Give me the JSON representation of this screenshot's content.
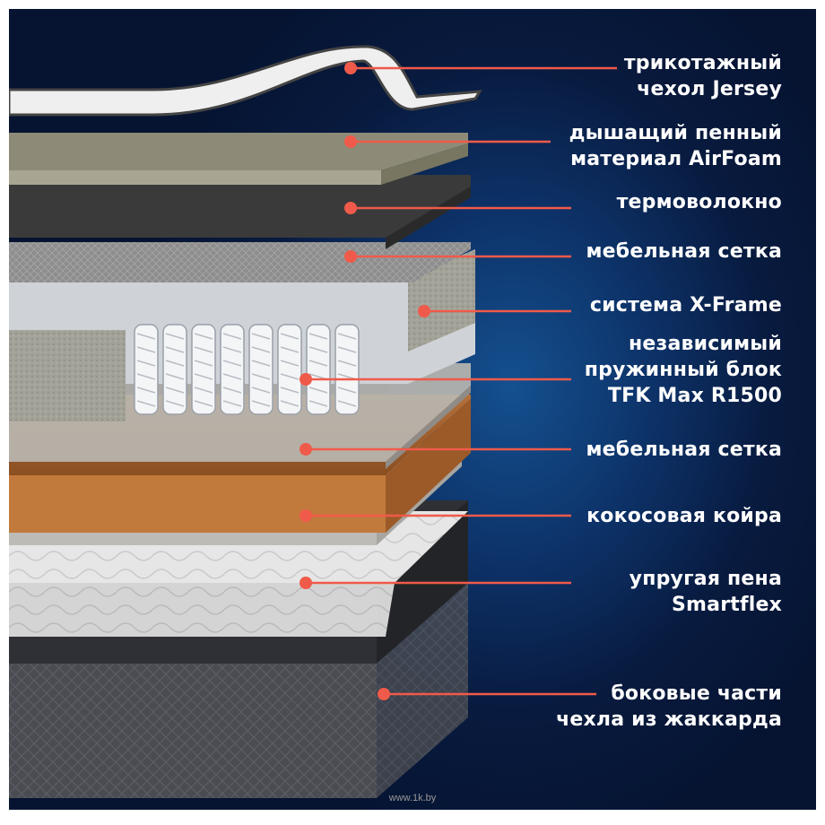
{
  "layers": [
    {
      "id": "jersey",
      "lines": [
        "трикотажный",
        "чехол Jersey"
      ]
    },
    {
      "id": "airfoam",
      "lines": [
        "дышащий пенный",
        "материал AirFoam"
      ]
    },
    {
      "id": "thermo",
      "lines": [
        "термоволокно"
      ]
    },
    {
      "id": "mesh_top",
      "lines": [
        "мебельная сетка"
      ]
    },
    {
      "id": "xframe",
      "lines": [
        "система X-Frame"
      ]
    },
    {
      "id": "springs",
      "lines": [
        "независимый",
        "пружинный блок",
        "TFK Max R1500"
      ]
    },
    {
      "id": "mesh_bottom",
      "lines": [
        "мебельная сетка"
      ]
    },
    {
      "id": "coir",
      "lines": [
        "кокосовая койра"
      ]
    },
    {
      "id": "smartflex",
      "lines": [
        "упругая пена",
        "Smartflex"
      ]
    },
    {
      "id": "jacquard",
      "lines": [
        "боковые части",
        "чехла из жаккарда"
      ]
    }
  ],
  "watermark": "www.1k.by",
  "colors": {
    "background": "#0d3268",
    "accent": "#f05a4a",
    "text": "#ffffff"
  }
}
